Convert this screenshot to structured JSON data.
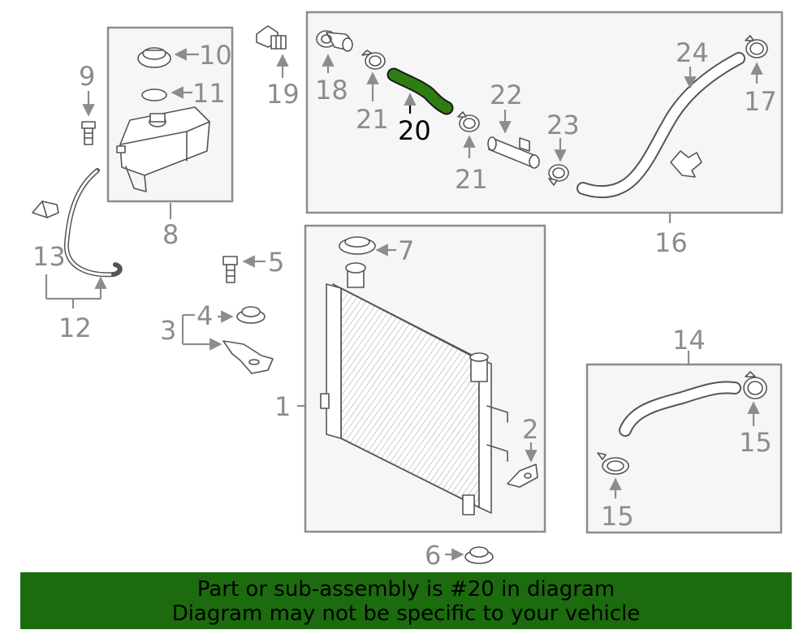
{
  "callouts": {
    "c1": "1",
    "c2": "2",
    "c3": "3",
    "c4": "4",
    "c5": "5",
    "c6": "6",
    "c7": "7",
    "c8": "8",
    "c9": "9",
    "c10": "10",
    "c11": "11",
    "c12": "12",
    "c13": "13",
    "c14": "14",
    "c15a": "15",
    "c15b": "15",
    "c16": "16",
    "c17": "17",
    "c18": "18",
    "c19": "19",
    "c20": "20",
    "c21a": "21",
    "c21b": "21",
    "c22": "22",
    "c23": "23",
    "c24": "24"
  },
  "highlight": {
    "part_number": "20",
    "color": "#1c6b0e"
  },
  "banner": {
    "line1": "Part or sub-assembly is #20 in diagram",
    "line2": "Diagram may not be specific to your vehicle"
  },
  "colors": {
    "line": "#8c8c8c",
    "banner_bg": "#1c6b0e",
    "hose": "#2e7d10"
  }
}
